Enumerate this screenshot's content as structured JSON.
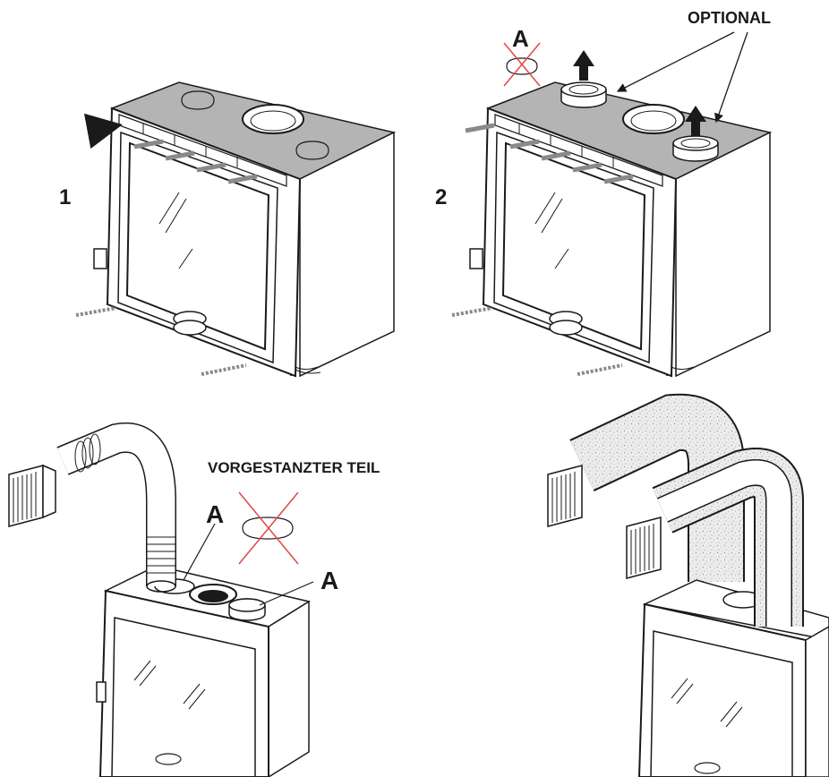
{
  "labels": {
    "step1": "1",
    "step2": "2",
    "optional": "OPTIONAL",
    "part_a": "A",
    "pre_punched": "VORGESTANZTER TEIL"
  },
  "colors": {
    "line": "#1a1a1a",
    "top_panel": "#b4b4b4",
    "airflow": "#8a8a8a",
    "remove_cross": "#e04848",
    "insulation": "#e6e6e6"
  }
}
